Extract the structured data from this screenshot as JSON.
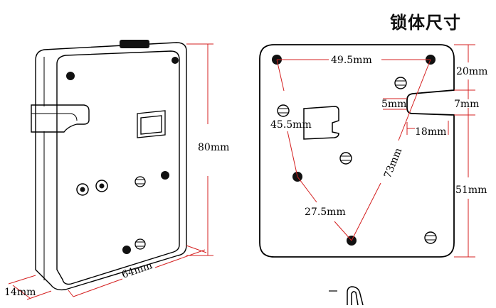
{
  "title": "锁体尺寸",
  "left_view": {
    "height_label": "80mm",
    "width_label": "64mm",
    "depth_label": "14mm"
  },
  "right_view": {
    "hole_spacing_top": "49.5mm",
    "diag_left": "45.5mm",
    "diag_right": "73mm",
    "diag_bottom": "27.5mm",
    "notch_width": "5mm",
    "notch_depth": "18mm",
    "side_top": "20mm",
    "side_mid": "7mm",
    "side_bottom": "51mm"
  }
}
